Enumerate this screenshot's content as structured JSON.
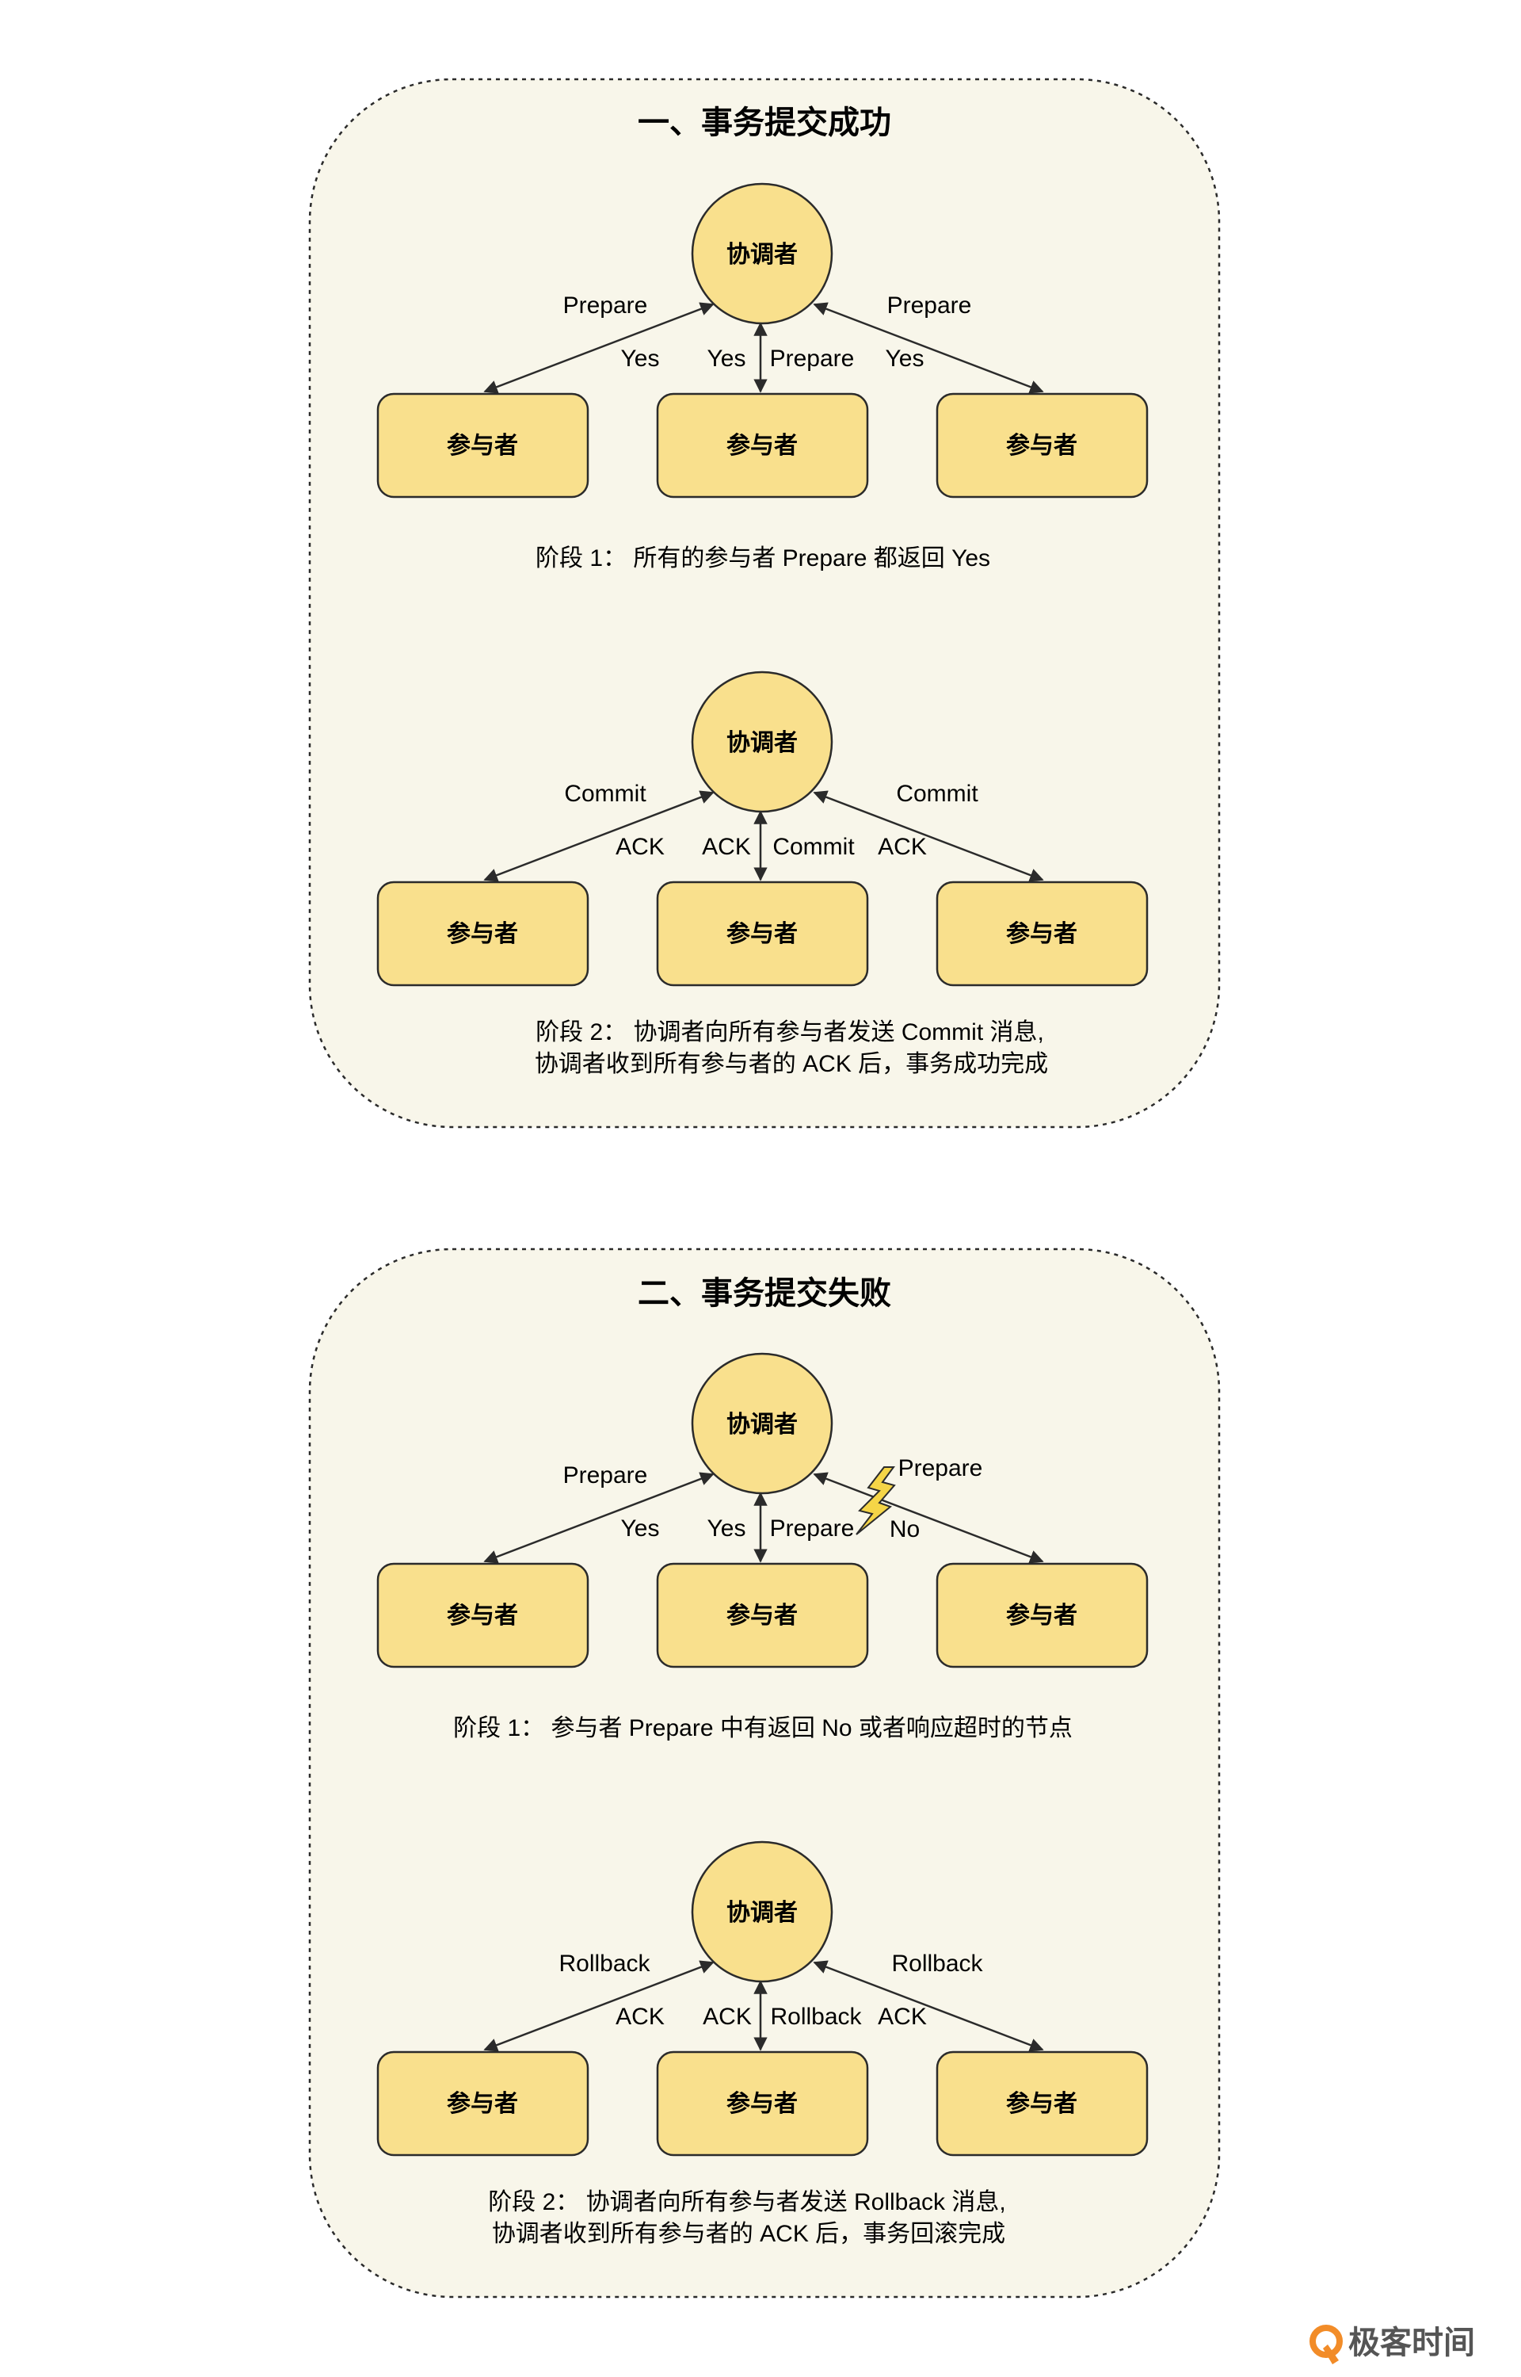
{
  "colors": {
    "node_fill": "#f9e08d",
    "panel_fill": "#f8f6ea",
    "stroke": "#2b2b2b",
    "lightning": "#f5d547",
    "logo_orange": "#f28c28"
  },
  "success": {
    "title": "一、事务提交成功",
    "phase1": {
      "coordinator": "协调者",
      "participants": [
        "参与者",
        "参与者",
        "参与者"
      ],
      "left_send": "Prepare",
      "left_reply": "Yes",
      "mid_send": "Prepare",
      "mid_reply": "Yes",
      "right_send": "Prepare",
      "right_reply": "Yes",
      "caption": "阶段 1： 所有的参与者 Prepare 都返回 Yes"
    },
    "phase2": {
      "coordinator": "协调者",
      "participants": [
        "参与者",
        "参与者",
        "参与者"
      ],
      "left_send": "Commit",
      "left_reply": "ACK",
      "mid_send": "Commit",
      "mid_reply": "ACK",
      "right_send": "Commit",
      "right_reply": "ACK",
      "caption_line1": "阶段 2： 协调者向所有参与者发送 Commit 消息,",
      "caption_line2": "协调者收到所有参与者的 ACK 后，事务成功完成"
    }
  },
  "failure": {
    "title": "二、事务提交失败",
    "phase1": {
      "coordinator": "协调者",
      "participants": [
        "参与者",
        "参与者",
        "参与者"
      ],
      "left_send": "Prepare",
      "left_reply": "Yes",
      "mid_send": "Prepare",
      "mid_reply": "Yes",
      "right_send": "Prepare",
      "right_reply": "No",
      "caption": "阶段 1： 参与者 Prepare 中有返回 No 或者响应超时的节点"
    },
    "phase2": {
      "coordinator": "协调者",
      "participants": [
        "参与者",
        "参与者",
        "参与者"
      ],
      "left_send": "Rollback",
      "left_reply": "ACK",
      "mid_send": "Rollback",
      "mid_reply": "ACK",
      "right_send": "Rollback",
      "right_reply": "ACK",
      "caption_line1": "阶段 2： 协调者向所有参与者发送 Rollback 消息,",
      "caption_line2": "协调者收到所有参与者的 ACK 后，事务回滚完成"
    }
  },
  "watermark": {
    "text": "极客时间"
  }
}
